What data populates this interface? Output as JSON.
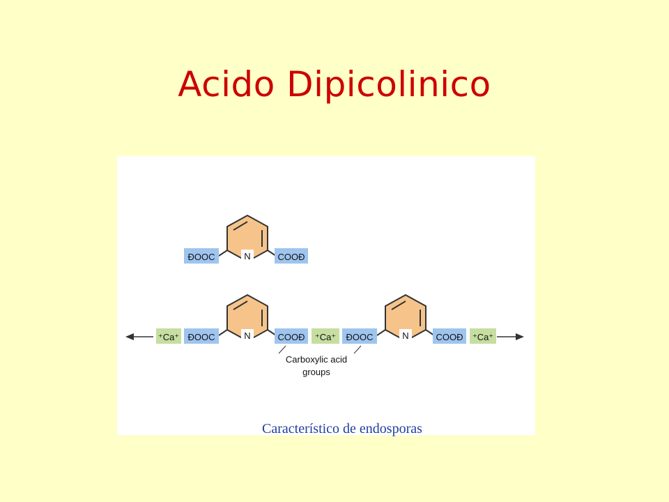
{
  "slide": {
    "title": "Acido Dipicolinico",
    "caption": "Característico de endosporas"
  },
  "diagram": {
    "molecule_top": {
      "left_group": "ÐOOC",
      "ring_atom": "N",
      "right_group": "COOÐ"
    },
    "chain": {
      "calcium_ion": "⁺Ca⁺",
      "carboxyl_left": "ÐOOC",
      "carboxyl_right": "COOÐ",
      "ring_atom": "N"
    },
    "annotation": {
      "line1": "Carboxylic acid",
      "line2": "groups"
    }
  },
  "colors": {
    "background": "#ffffc8",
    "title": "#cc0000",
    "carboxyl_box": "#9fc5ef",
    "calcium_box": "#c6dea0",
    "ring_fill": "#f6c48a",
    "caption": "#1f3f9f"
  }
}
